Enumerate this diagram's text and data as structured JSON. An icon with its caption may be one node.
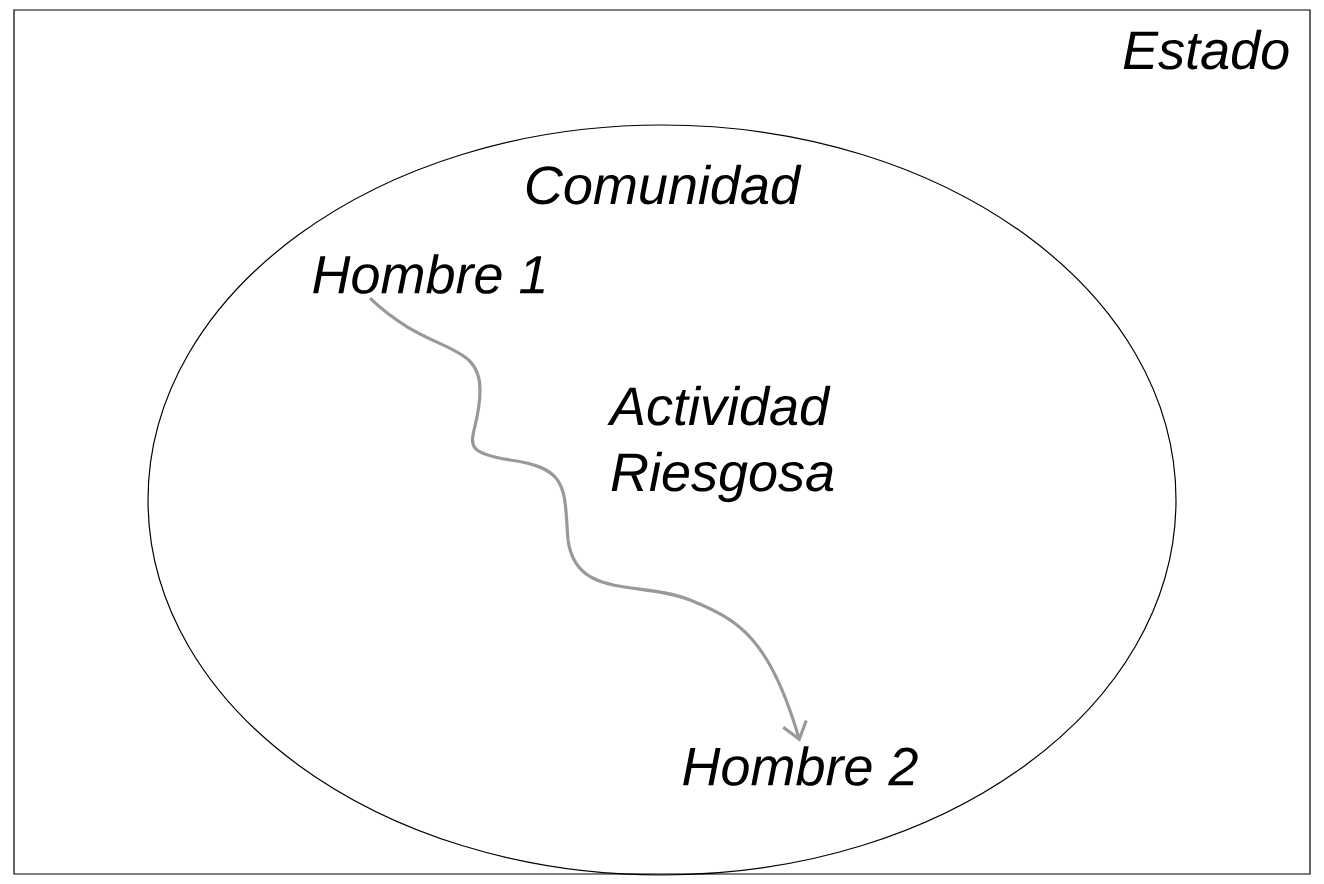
{
  "diagram": {
    "nodes": [
      {
        "text": [
          "Estado"
        ]
      },
      {
        "text": [
          "Comunidad"
        ],
        "in": 0
      },
      {
        "text": [
          "Hombre 1"
        ],
        "in": 1
      },
      {
        "text": [
          "Hombre 2"
        ],
        "in": 1
      }
    ],
    "edges": [
      {
        "from": 2,
        "to": 3,
        "arrow": "to",
        "label": "Actividad Riesgosa"
      }
    ]
  }
}
